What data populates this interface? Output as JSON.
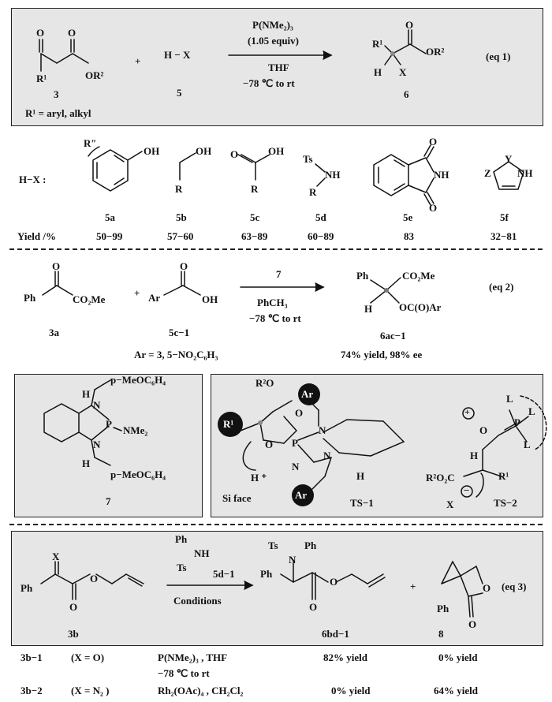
{
  "eq1": {
    "reagent1": "P(NMe₂)₃",
    "reagent2": "(1.05 equiv)",
    "solvent": "THF",
    "temp": "−78 ℃ to rt",
    "plus": "+",
    "hx": "H − X",
    "label3": "3",
    "label5": "5",
    "label6": "6",
    "eqlabel": "(eq 1)",
    "r_def": "R¹ = aryl,  alkyl",
    "sub_r1": "R¹",
    "sub_or2": "OR²",
    "prod_r1": "R¹",
    "prod_or2": "OR²",
    "prod_h": "H",
    "prod_x": "X",
    "o1": "O",
    "o2": "O",
    "o3": "O"
  },
  "hx_row": {
    "label": "H−X  :",
    "compounds": [
      "5a",
      "5b",
      "5c",
      "5d",
      "5e",
      "5f"
    ],
    "yield_label": "Yield /%",
    "yields": [
      "50−99",
      "57−60",
      "63−89",
      "60−89",
      "83",
      "32−81"
    ],
    "r_double": "R″",
    "oh": "OH",
    "r": "R",
    "ts": "Ts",
    "nh": "NH",
    "o": "O",
    "z": "Z",
    "y": "Y"
  },
  "eq2": {
    "ph": "Ph",
    "co2me": "CO₂Me",
    "plus": "+",
    "ar": "Ar",
    "oh": "OH",
    "o": "O",
    "cat": "7",
    "solvent": "PhCH₃",
    "temp": "−78 ℃   to  rt",
    "label3a": "3a",
    "label5c1": "5c−1",
    "label6ac1": "6ac−1",
    "ar_def": "Ar = 3, 5−NO₂C₆H₃",
    "result": "74%  yield,   98% ee",
    "prod_ph": "Ph",
    "prod_co2me": "CO₂Me",
    "prod_h": "H",
    "prod_ocoar": "OC(O)Ar",
    "eqlabel": "(eq 2)"
  },
  "cat7": {
    "aryl_top": "p−MeOC₆H₄",
    "aryl_bot": "p−MeOC₆H₄",
    "n1": "N",
    "n2": "N",
    "p": "P",
    "nme2": "NMe₂",
    "h1": "H",
    "h2": "H",
    "label": "7"
  },
  "ts": {
    "r2o": "R²O",
    "r1": "R¹",
    "ar": "Ar",
    "n": "N",
    "p": "P",
    "o": "O",
    "h_plus": "H ⁺",
    "si_face": "Si face",
    "ts1": "TS−1",
    "ts2": "TS−2",
    "l": "L",
    "plus": "+",
    "minus": "−",
    "x": "X",
    "r2o2c": "R²O₂C",
    "h": "H"
  },
  "eq3": {
    "x": "X",
    "ph": "Ph",
    "o": "O",
    "label3b": "3b",
    "reagent_ph": "Ph",
    "reagent_nh": "NH",
    "reagent_ts": "Ts",
    "reagent_label": "5d−1",
    "conditions": "Conditions",
    "prod_ts": "Ts",
    "prod_n": "N",
    "prod_ph": "Ph",
    "label6bd1": "6bd−1",
    "plus": "+",
    "label8": "8",
    "eqlabel": "(eq 3)"
  },
  "table": {
    "rows": [
      {
        "id": "3b−1",
        "x": "(X  =  O)",
        "cond": "P(NMe₂)₃ , THF",
        "cond2": "−78 ℃  to rt",
        "y6": "82% yield",
        "y8": "0% yield"
      },
      {
        "id": "3b−2",
        "x": "(X  =  N₂ )",
        "cond": "Rh₂(OAc)₄ , CH₂Cl₂",
        "cond2": "",
        "y6": "0% yield",
        "y8": "64% yield"
      }
    ]
  }
}
